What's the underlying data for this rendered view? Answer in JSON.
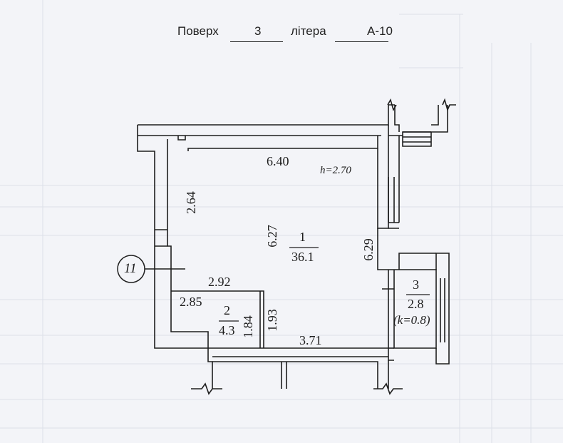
{
  "header": {
    "floor_label": "Поверх",
    "floor_value": "3",
    "letter_label": "літера",
    "letter_value": "А-10"
  },
  "plan": {
    "height_note": "h=2.70",
    "marker": "11",
    "rooms": [
      {
        "number": "1",
        "area": "36.1"
      },
      {
        "number": "2",
        "area": "4.3"
      },
      {
        "number": "3",
        "area": "2.8",
        "coefficient": "(k=0.8)"
      }
    ],
    "dimensions": {
      "room1_top": "6.40",
      "room1_left_upper": "2.64",
      "room1_inner_height": "6.27",
      "room1_right": "6.29",
      "room1_bottom": "3.71",
      "room2_top": "2.92",
      "room2_left": "2.85",
      "room2_height": "1.84",
      "room2_right": "1.93"
    }
  }
}
